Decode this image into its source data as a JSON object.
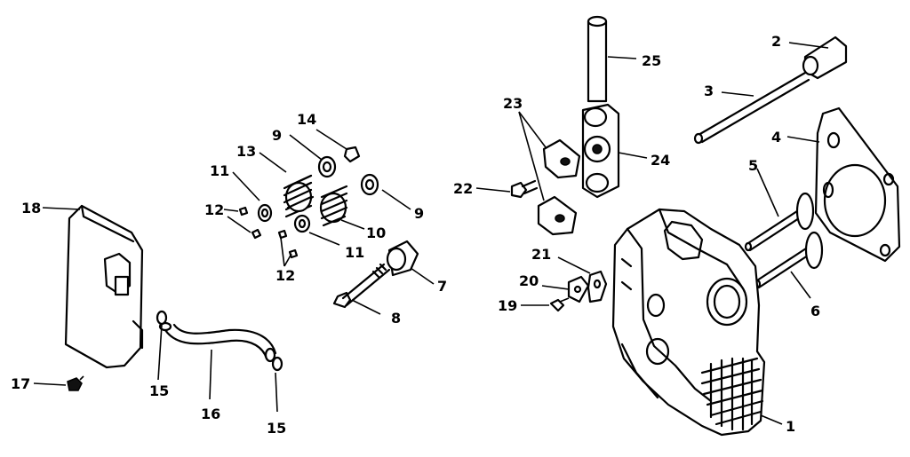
{
  "callouts": {
    "c1": "1",
    "c2": "2",
    "c3": "3",
    "c4": "4",
    "c5": "5",
    "c6": "6",
    "c7": "7",
    "c8": "8",
    "c9a": "9",
    "c9b": "9",
    "c10": "10",
    "c11a": "11",
    "c11b": "11",
    "c12a": "12",
    "c12b": "12",
    "c13": "13",
    "c14": "14",
    "c15a": "15",
    "c15b": "15",
    "c16": "16",
    "c17": "17",
    "c18": "18",
    "c19": "19",
    "c20": "20",
    "c21": "21",
    "c22": "22",
    "c23": "23",
    "c24": "24",
    "c25": "25"
  }
}
